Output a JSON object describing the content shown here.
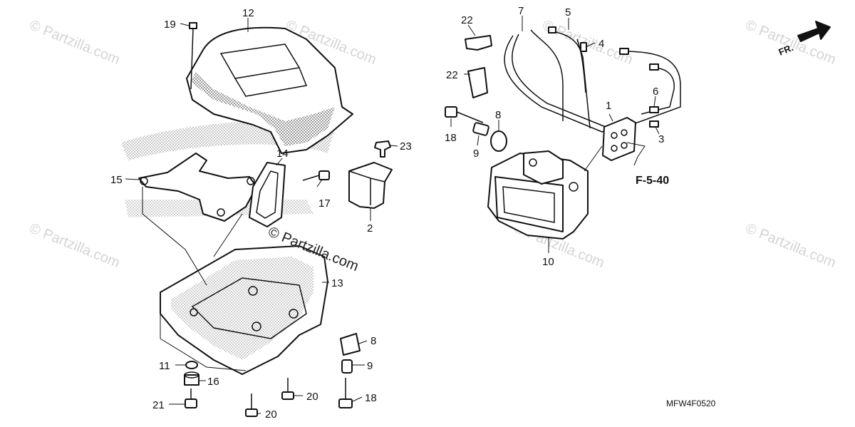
{
  "diagram": {
    "callouts": [
      "19",
      "12",
      "15",
      "14",
      "17",
      "23",
      "2",
      "13",
      "11",
      "16",
      "21",
      "20",
      "20",
      "8",
      "9",
      "18",
      "22",
      "22",
      "7",
      "5",
      "4",
      "1",
      "6",
      "3",
      "18",
      "9",
      "8",
      "10"
    ],
    "reference": "F-5-40",
    "direction_label": "FR.",
    "diagram_code": "MFW4F0520",
    "watermark_main": "© Partzilla.com",
    "watermark_tile": "© Partzilla.com"
  }
}
